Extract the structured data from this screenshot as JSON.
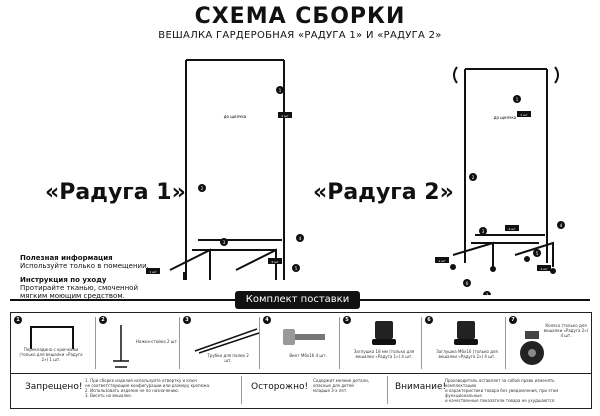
{
  "header": {
    "title": "СХЕМА СБОРКИ",
    "subtitle": "ВЕШАЛКА ГАРДЕРОБНАЯ «РАДУГА 1» И «РАДУГА 2»"
  },
  "models": {
    "left_name": "«Радуга 1»",
    "right_name": "«Радуга 2»"
  },
  "left_diagram": {
    "top_label": "до щелчка",
    "callouts": [
      "1",
      "2",
      "3",
      "4",
      "5"
    ],
    "qty_labels": [
      "2 шт",
      "2 шт",
      "1 шт"
    ]
  },
  "right_diagram": {
    "top_label": "до щелчка",
    "callouts": [
      "1",
      "2",
      "3",
      "4",
      "5",
      "6",
      "7"
    ],
    "qty_labels": [
      "2 шт",
      "4 шт",
      "4 шт",
      "1 шт"
    ]
  },
  "info": {
    "useful_title": "Полезная информация",
    "useful_text": "Используйте только в помещении.",
    "care_title": "Инструкция по уходу",
    "care_text": [
      "Протирайте тканью, смоченной",
      "мягким моющим средством."
    ]
  },
  "kit": {
    "banner": "Комплект поставки",
    "parts": [
      {
        "num": "1",
        "label": "Перекладина с крючками (только для вешалки «Радуга 2») 1 шт."
      },
      {
        "num": "2",
        "label": "Ножка-стойка 2 шт."
      },
      {
        "num": "3",
        "label": "Трубки для полки 2 шт."
      },
      {
        "num": "4",
        "label": "Винт М6х16 4 шт."
      },
      {
        "num": "5",
        "label": "Заглушка 18 мм (только для вешалки «Радуга 1») 4 шт."
      },
      {
        "num": "6",
        "label": "Заглушка М6х16 (только для вешалки «Радуга 2») 4 шт."
      },
      {
        "num": "7",
        "label": "Колесо (только для вешалки «Радуга 2») 4 шт."
      }
    ]
  },
  "warnings": {
    "forbidden_title": "Запрещено!",
    "forbidden_text": [
      "1. При сборке изделия используйте отвертку и ключ",
      "не соответствующие конфигурации или размеру крепежа.",
      "2. Использовать изделие не по назначению.",
      "3. Висеть на вешалке."
    ],
    "caution_title": "Осторожно!",
    "caution_text": [
      "Содержит мелкие детали,",
      "опасные для детей",
      "младше 3-х лет."
    ],
    "attention_title": "Внимание!",
    "attention_text": [
      "Производитель оставляет за собой право изменять комплектацию",
      "и характеристики товара без уведомления, при этом функциональные",
      "и качественные показатели товара не ухудшаются."
    ]
  },
  "colors": {
    "frame": "#111111",
    "text": "#111111",
    "banner": "#111111"
  }
}
